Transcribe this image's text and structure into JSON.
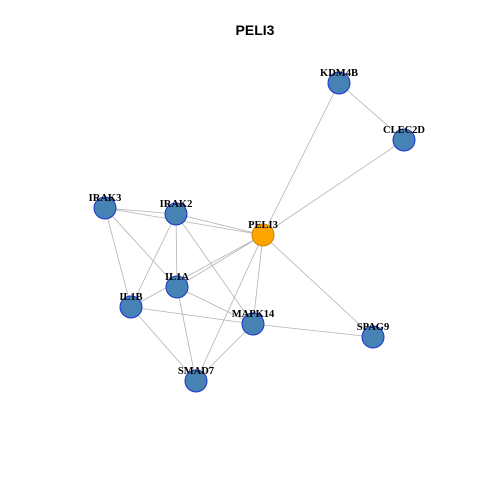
{
  "title": "PELI3",
  "colors": {
    "background": "#ffffff",
    "edge": "#b3b3b3",
    "node_fill": "#4682b4",
    "node_stroke": "#1a33cc",
    "center_fill": "#ffa500",
    "center_stroke": "#cc8400",
    "label": "#000000"
  },
  "nodes": [
    {
      "id": "KDM4B",
      "label": "KDM4B",
      "center": false
    },
    {
      "id": "CLEC2D",
      "label": "CLEC2D",
      "center": false
    },
    {
      "id": "IRAK3",
      "label": "IRAK3",
      "center": false
    },
    {
      "id": "IRAK2",
      "label": "IRAK2",
      "center": false
    },
    {
      "id": "PELI3",
      "label": "PELI3",
      "center": true
    },
    {
      "id": "IL1A",
      "label": "IL1A",
      "center": false
    },
    {
      "id": "IL1B",
      "label": "IL1B",
      "center": false
    },
    {
      "id": "MAPK14",
      "label": "MAPK14",
      "center": false
    },
    {
      "id": "SPAG9",
      "label": "SPAG9",
      "center": false
    },
    {
      "id": "SMAD7",
      "label": "SMAD7",
      "center": false
    }
  ],
  "edges": [
    [
      "KDM4B",
      "CLEC2D"
    ],
    [
      "KDM4B",
      "PELI3"
    ],
    [
      "CLEC2D",
      "PELI3"
    ],
    [
      "IRAK3",
      "IRAK2"
    ],
    [
      "IRAK3",
      "PELI3"
    ],
    [
      "IRAK3",
      "IL1A"
    ],
    [
      "IRAK3",
      "IL1B"
    ],
    [
      "IRAK2",
      "PELI3"
    ],
    [
      "IRAK2",
      "IL1A"
    ],
    [
      "IRAK2",
      "IL1B"
    ],
    [
      "IRAK2",
      "MAPK14"
    ],
    [
      "PELI3",
      "IL1A"
    ],
    [
      "PELI3",
      "IL1B"
    ],
    [
      "PELI3",
      "MAPK14"
    ],
    [
      "PELI3",
      "SPAG9"
    ],
    [
      "PELI3",
      "SMAD7"
    ],
    [
      "IL1A",
      "MAPK14"
    ],
    [
      "IL1A",
      "SMAD7"
    ],
    [
      "IL1B",
      "MAPK14"
    ],
    [
      "IL1B",
      "SMAD7"
    ],
    [
      "MAPK14",
      "SMAD7"
    ],
    [
      "MAPK14",
      "SPAG9"
    ]
  ]
}
